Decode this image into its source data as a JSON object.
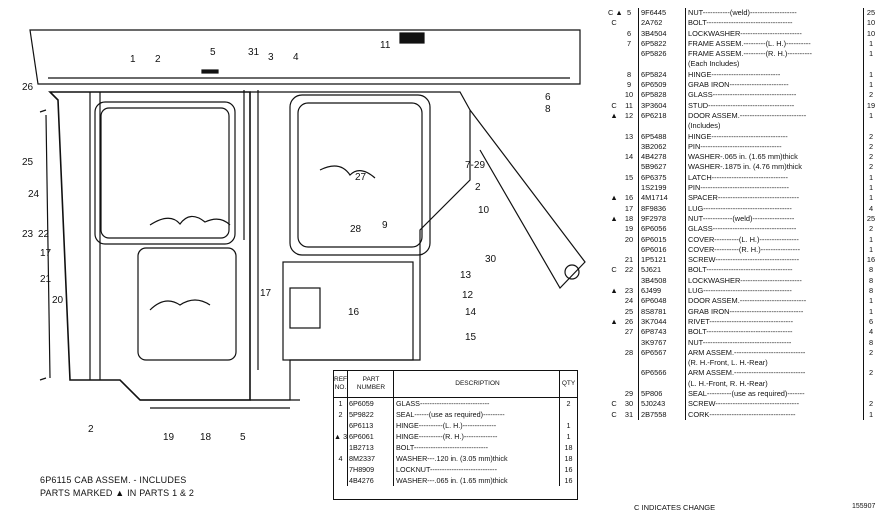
{
  "caption": {
    "line1": "6P6115 CAB ASSEM. - INCLUDES",
    "line2": "PARTS MARKED ▲ IN PARTS 1 & 2"
  },
  "callouts": [
    "26",
    "5",
    "31",
    "3",
    "4",
    "11",
    "1",
    "2",
    "6",
    "8",
    "25",
    "7-29",
    "27",
    "24",
    "2",
    "10",
    "23",
    "22",
    "9",
    "28",
    "17",
    "21",
    "30",
    "20",
    "13",
    "17",
    "16",
    "12",
    "14",
    "15",
    "2",
    "19",
    "18",
    "5"
  ],
  "lower_table": {
    "headers": [
      "REF NO.",
      "PART NUMBER",
      "DESCRIPTION",
      "QTY"
    ],
    "rows": [
      {
        "mark": "",
        "ref": "1",
        "pn": "6P6059",
        "desc": "GLASS-----------------------------",
        "qty": "2"
      },
      {
        "mark": "",
        "ref": "2",
        "pn": "5P9822",
        "desc": "SEAL------(use as required)---------",
        "qty": ""
      },
      {
        "mark": "",
        "ref": "",
        "pn": "6P6113",
        "desc": "HINGE----------(L. H.)--------------",
        "qty": "1"
      },
      {
        "mark": "▲",
        "ref": "3",
        "pn": "6P6061",
        "desc": "HINGE----------(R. H.)--------------",
        "qty": "1"
      },
      {
        "mark": "",
        "ref": "",
        "pn": "1B2713",
        "desc": "BOLT-------------------------------",
        "qty": "18"
      },
      {
        "mark": "",
        "ref": "4",
        "pn": "8M2337",
        "desc": "WASHER---.120 in. (3.05 mm)thick",
        "qty": "18"
      },
      {
        "mark": "",
        "ref": "",
        "pn": "7H8909",
        "desc": "LOCKNUT----------------------------",
        "qty": "16"
      },
      {
        "mark": "",
        "ref": "",
        "pn": "4B4276",
        "desc": "WASHER---.065 in. (1.65 mm)thick",
        "qty": "16"
      }
    ]
  },
  "right_table": {
    "rows": [
      {
        "mark": "C ▲",
        "ref": "5",
        "pn": "9F6445",
        "desc": "NUT-----------(weld)-------------------",
        "qty": "25"
      },
      {
        "mark": "C",
        "ref": "",
        "pn": "2A762",
        "desc": "BOLT-----------------------------------",
        "qty": "10"
      },
      {
        "mark": "",
        "ref": "6",
        "pn": "3B4504",
        "desc": "LOCKWASHER-------------------------",
        "qty": "10"
      },
      {
        "mark": "",
        "ref": "7",
        "pn": "6P5822",
        "desc": "FRAME ASSEM.---------(L. H.)----------",
        "qty": "1"
      },
      {
        "mark": "",
        "ref": "",
        "pn": "6P5826",
        "desc": "FRAME ASSEM.---------(R. H.)----------",
        "qty": "1"
      },
      {
        "mark": "",
        "ref": "",
        "pn": "",
        "desc": "(Each Includes)",
        "qty": ""
      },
      {
        "mark": "",
        "ref": "8",
        "pn": "6P5824",
        "desc": "HINGE----------------------------",
        "qty": "1"
      },
      {
        "mark": "",
        "ref": "9",
        "pn": "6P6509",
        "desc": "GRAB IRON------------------------",
        "qty": "1"
      },
      {
        "mark": "",
        "ref": "10",
        "pn": "6P5828",
        "desc": "GLASS----------------------------------",
        "qty": "2"
      },
      {
        "mark": "C",
        "ref": "11",
        "pn": "3P3604",
        "desc": "STUD-----------------------------------",
        "qty": "19"
      },
      {
        "mark": "▲",
        "ref": "12",
        "pn": "6P6218",
        "desc": "DOOR ASSEM.---------------------------",
        "qty": "1"
      },
      {
        "mark": "",
        "ref": "",
        "pn": "",
        "desc": "(Includes)",
        "qty": ""
      },
      {
        "mark": "",
        "ref": "13",
        "pn": "6P5488",
        "desc": "HINGE-------------------------------",
        "qty": "2"
      },
      {
        "mark": "",
        "ref": "",
        "pn": "3B2062",
        "desc": "PIN---------------------------------",
        "qty": "2"
      },
      {
        "mark": "",
        "ref": "14",
        "pn": "4B4278",
        "desc": "WASHER-.065 in. (1.65 mm)thick",
        "qty": "2"
      },
      {
        "mark": "",
        "ref": "",
        "pn": "5B9627",
        "desc": "WASHER-.1875 in. (4.76 mm)thick",
        "qty": "2"
      },
      {
        "mark": "",
        "ref": "15",
        "pn": "6P6375",
        "desc": "LATCH-------------------------------",
        "qty": "1"
      },
      {
        "mark": "",
        "ref": "",
        "pn": "1S2199",
        "desc": "PIN------------------------------------",
        "qty": "1"
      },
      {
        "mark": "▲",
        "ref": "16",
        "pn": "4M1714",
        "desc": "SPACER---------------------------------",
        "qty": "1"
      },
      {
        "mark": "",
        "ref": "17",
        "pn": "8F9836",
        "desc": "LUG------------------------------------",
        "qty": "4"
      },
      {
        "mark": "▲",
        "ref": "18",
        "pn": "9F2978",
        "desc": "NUT------------(weld)-----------------",
        "qty": "25"
      },
      {
        "mark": "",
        "ref": "19",
        "pn": "6P6056",
        "desc": "GLASS----------------------------------",
        "qty": "2"
      },
      {
        "mark": "",
        "ref": "20",
        "pn": "6P6015",
        "desc": "COVER----------(L. H.)----------------",
        "qty": "1"
      },
      {
        "mark": "",
        "ref": "",
        "pn": "6P6016",
        "desc": "COVER----------(R. H.)----------------",
        "qty": "1"
      },
      {
        "mark": "",
        "ref": "21",
        "pn": "1P5121",
        "desc": "SCREW----------------------------------",
        "qty": "16"
      },
      {
        "mark": "C",
        "ref": "22",
        "pn": "5J621",
        "desc": "BOLT-----------------------------------",
        "qty": "8"
      },
      {
        "mark": "",
        "ref": "",
        "pn": "3B4508",
        "desc": "LOCKWASHER-------------------------",
        "qty": "8"
      },
      {
        "mark": "▲",
        "ref": "23",
        "pn": "6J499",
        "desc": "LUG------------------------------------",
        "qty": "8"
      },
      {
        "mark": "",
        "ref": "24",
        "pn": "6P6048",
        "desc": "DOOR ASSEM.---------------------------",
        "qty": "1"
      },
      {
        "mark": "",
        "ref": "25",
        "pn": "8S8781",
        "desc": "GRAB IRON------------------------------",
        "qty": "1"
      },
      {
        "mark": "▲",
        "ref": "26",
        "pn": "3K7044",
        "desc": "RIVET----------------------------------",
        "qty": "6"
      },
      {
        "mark": "",
        "ref": "27",
        "pn": "6P8743",
        "desc": "BOLT-----------------------------------",
        "qty": "4"
      },
      {
        "mark": "",
        "ref": "",
        "pn": "3K9767",
        "desc": "NUT------------------------------------",
        "qty": "8"
      },
      {
        "mark": "",
        "ref": "28",
        "pn": "6P6567",
        "desc": "ARM ASSEM.-----------------------------",
        "qty": "2"
      },
      {
        "mark": "",
        "ref": "",
        "pn": "",
        "desc": "(R. H.-Front, L. H.-Rear)",
        "qty": ""
      },
      {
        "mark": "",
        "ref": "",
        "pn": "6P6566",
        "desc": "ARM ASSEM.-----------------------------",
        "qty": "2"
      },
      {
        "mark": "",
        "ref": "",
        "pn": "",
        "desc": "(L. H.-Front, R. H.-Rear)",
        "qty": ""
      },
      {
        "mark": "",
        "ref": "29",
        "pn": "5P806",
        "desc": "SEAL----------(use as required)-------",
        "qty": ""
      },
      {
        "mark": "C",
        "ref": "30",
        "pn": "5J0243",
        "desc": "SCREW----------------------------------",
        "qty": "2"
      },
      {
        "mark": "C",
        "ref": "31",
        "pn": "2B7558",
        "desc": "CORK-----------------------------------",
        "qty": "1"
      }
    ]
  },
  "footer_note": "C INDICATES CHANGE",
  "figure_number": "155907"
}
